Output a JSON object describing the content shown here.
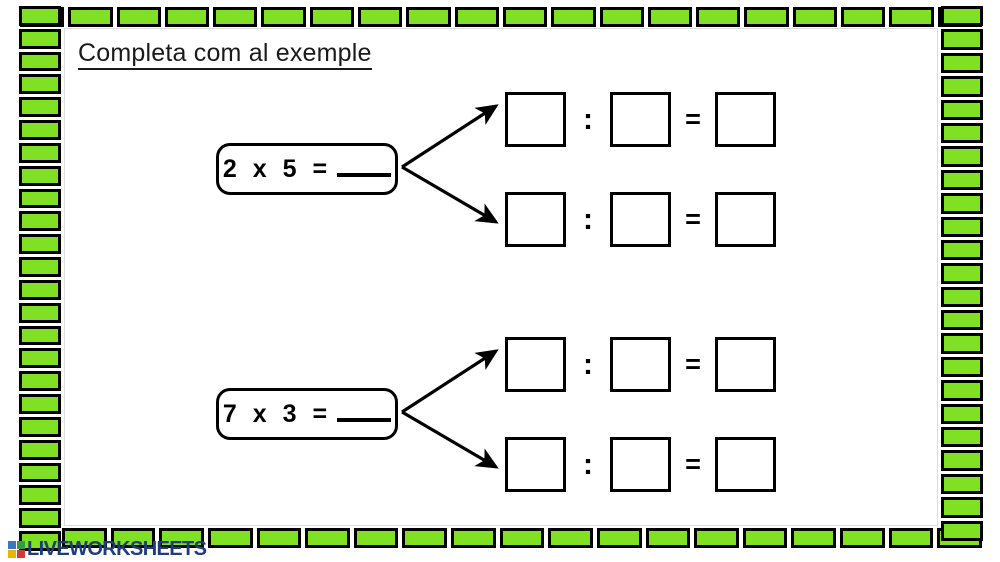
{
  "theme": {
    "frame_green": "#80e024",
    "frame_border": "#000000",
    "page_bg": "#ffffff",
    "ink": "#000000",
    "watermark_color": "#1f3d7a"
  },
  "frame": {
    "top_tiles": 20,
    "bottom_tiles": 19,
    "left_tiles": 24,
    "right_tiles": 23
  },
  "worksheet": {
    "title": "Completa com al exemple",
    "exercises": [
      {
        "prompt_a": "2",
        "prompt_op": "x",
        "prompt_b": "5",
        "prompt_equals": "=",
        "prompt_answer": "",
        "rows": [
          {
            "box1": "",
            "op1": ":",
            "box2": "",
            "op2": "=",
            "box3": ""
          },
          {
            "box1": "",
            "op1": ":",
            "box2": "",
            "op2": "=",
            "box3": ""
          }
        ]
      },
      {
        "prompt_a": "7",
        "prompt_op": "x",
        "prompt_b": "3",
        "prompt_equals": "=",
        "prompt_answer": "",
        "rows": [
          {
            "box1": "",
            "op1": ":",
            "box2": "",
            "op2": "=",
            "box3": ""
          },
          {
            "box1": "",
            "op1": ":",
            "box2": "",
            "op2": "=",
            "box3": ""
          }
        ]
      }
    ]
  },
  "watermark": {
    "text": "LIVEWORKSHEETS",
    "logo_colors": [
      "#3b77c2",
      "#2f9e41",
      "#e8b400",
      "#d6373a"
    ]
  }
}
